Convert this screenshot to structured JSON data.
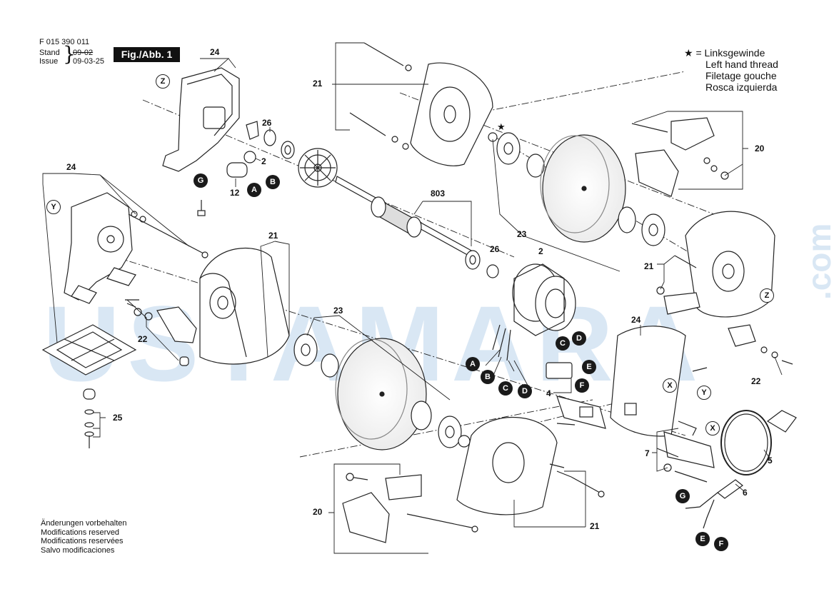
{
  "header": {
    "doc_number": "F 015 390 011",
    "stand_label": "Stand",
    "issue_label": "Issue",
    "old_date": "09-02",
    "new_date": "09-03-25",
    "fig_label": "Fig./Abb. 1"
  },
  "legend": {
    "star": "★",
    "lines": [
      "= Linksgewinde",
      "Left hand thread",
      "Filetage gouche",
      "Rosca izquierda"
    ]
  },
  "footer": {
    "lines": [
      "Änderungen vorbehalten",
      "Modifications reserved",
      "Modifications reservées",
      "Salvo modificaciones"
    ]
  },
  "watermark": {
    "main": "USTAMARA",
    "suffix": ".com"
  },
  "parts": {
    "p24a": "24",
    "p24b": "24",
    "p24c": "24",
    "p26a": "26",
    "p26b": "26",
    "p2a": "2",
    "p2b": "2",
    "p12": "12",
    "p803": "803",
    "p21a": "21",
    "p21b": "21",
    "p21c": "21",
    "p21d": "21",
    "p23a": "23",
    "p23b": "23",
    "p20a": "20",
    "p20b": "20",
    "p22a": "22",
    "p22b": "22",
    "p25": "25",
    "p4": "4",
    "p7": "7",
    "p5": "5",
    "p6": "6"
  },
  "connectors": {
    "A": "A",
    "B": "B",
    "C": "C",
    "D": "D",
    "E": "E",
    "F": "F",
    "G": "G"
  },
  "refs": {
    "X": "X",
    "Y": "Y",
    "Z": "Z"
  }
}
